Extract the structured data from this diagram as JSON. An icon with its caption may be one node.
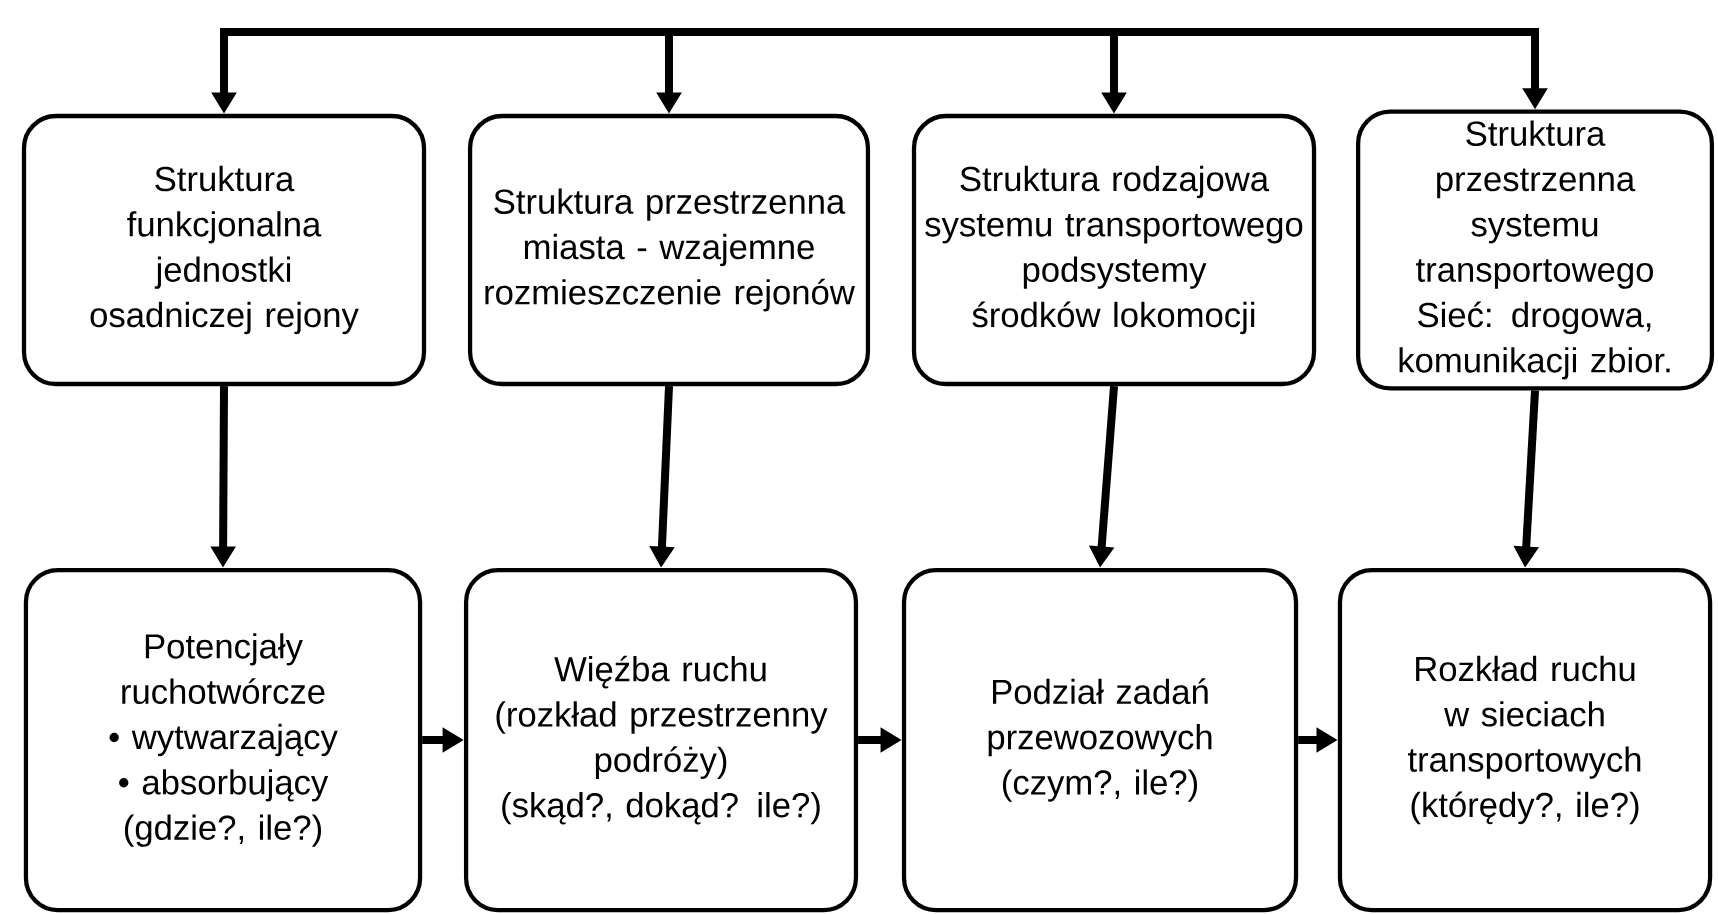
{
  "diagram": {
    "nodes": [
      {
        "text": [
          "Struktura funkcjonalna jednostki osadniczej rejony"
        ]
      },
      {
        "text": [
          "Struktura przestrzenna miasta - wzajemne rozmieszczenie rejonów"
        ]
      },
      {
        "text": [
          "Struktura rodzajowa systemu transportowego",
          "podsystemy środków lokomocji"
        ]
      },
      {
        "text": [
          "Struktura przestrzenna systemu transportowego",
          "Sieć: drogowa, komunikacji zbior."
        ]
      },
      {
        "text": [
          "Potencjały ruchotwórcze",
          "• wytwarzający",
          "• absorbujący",
          "(gdzie?, ile?)"
        ]
      },
      {
        "text": [
          "Więźba ruchu (rozkład przestrzenny podróży)",
          "(skąd?, dokąd? ile?)"
        ]
      },
      {
        "text": [
          "Podział zadań przewozowych",
          "(czym?, ile?)"
        ]
      },
      {
        "text": [
          "Rozkład ruchu w sieciach transportowych",
          "(którędy?, ile?)"
        ]
      }
    ],
    "edges": [
      {
        "from": null,
        "to": 0,
        "arrow": "to"
      },
      {
        "from": null,
        "to": 1,
        "arrow": "to"
      },
      {
        "from": null,
        "to": 2,
        "arrow": "to"
      },
      {
        "from": null,
        "to": 3,
        "arrow": "to"
      },
      {
        "from": 0,
        "to": 4,
        "arrow": "to"
      },
      {
        "from": 1,
        "to": 5,
        "arrow": "to"
      },
      {
        "from": 2,
        "to": 6,
        "arrow": "to"
      },
      {
        "from": 3,
        "to": 7,
        "arrow": "to"
      },
      {
        "from": 4,
        "to": 5,
        "arrow": "to"
      },
      {
        "from": 5,
        "to": 6,
        "arrow": "to"
      },
      {
        "from": 6,
        "to": 7,
        "arrow": "to"
      }
    ]
  }
}
